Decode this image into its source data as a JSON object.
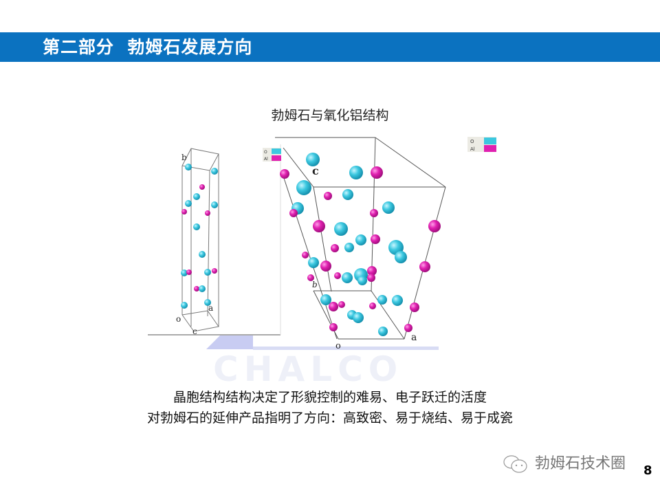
{
  "header": {
    "title": "第二部分  勃姆石发展方向",
    "color": "#0b72c0"
  },
  "figure": {
    "title": "勃姆石与氧化铝结构",
    "legend": [
      {
        "label": "O",
        "color": "#3cc8e0"
      },
      {
        "label": "Al",
        "color": "#e020b0"
      }
    ],
    "left_axes": {
      "b": "b",
      "o": "o",
      "a": "a",
      "c": "c"
    },
    "right_axes": {
      "c": "c",
      "b": "b",
      "o": "o",
      "a": "a"
    }
  },
  "watermark": "CHALCO",
  "caption": {
    "line1": "晶胞结构结构决定了形貌控制的难易、电子跃迁的活度",
    "line2": "对勃姆石的延伸产品指明了方向：高致密、易于烧结、易于成瓷"
  },
  "footer": {
    "brand": "勃姆石技术圈",
    "page_number": "8"
  }
}
